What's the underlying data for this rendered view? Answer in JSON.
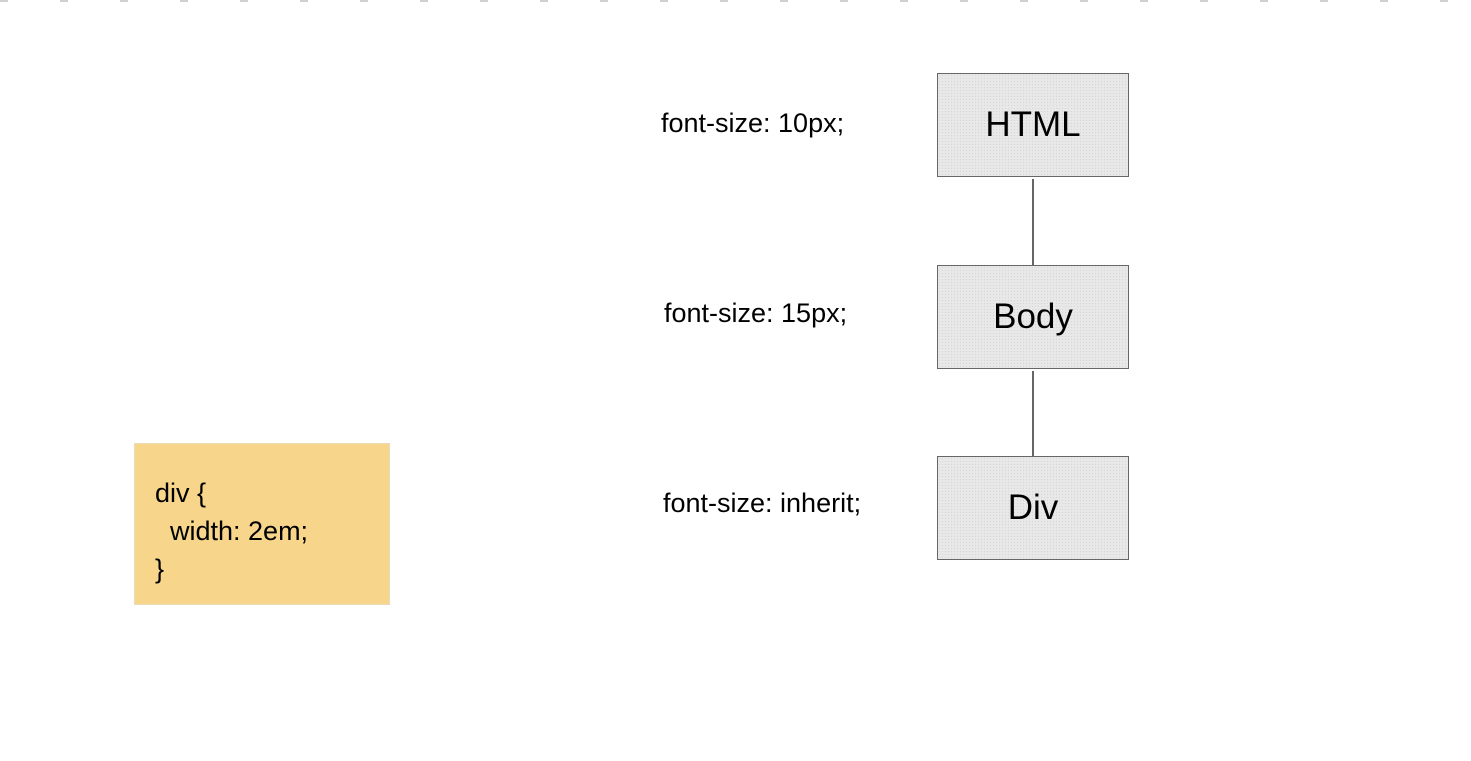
{
  "nodes": [
    {
      "label": "HTML",
      "property": "font-size: 10px;"
    },
    {
      "label": "Body",
      "property": "font-size: 15px;"
    },
    {
      "label": "Div",
      "property": "font-size: inherit;"
    }
  ],
  "code": {
    "lines": [
      "div {",
      "  width: 2em;",
      "}"
    ]
  },
  "colors": {
    "node_fill": "#e8e8e8",
    "node_border": "#666666",
    "code_card_fill": "#f7d68c"
  }
}
